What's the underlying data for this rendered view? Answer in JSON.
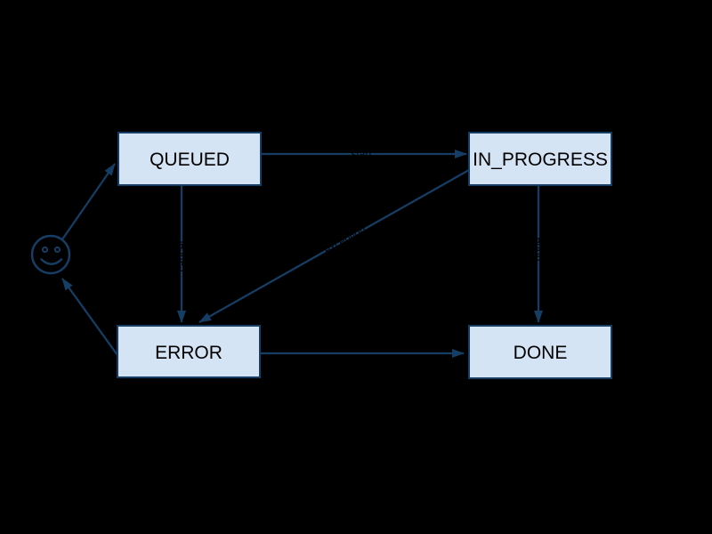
{
  "diagram": {
    "type": "state-machine",
    "background_color": "#000000",
    "node_fill_color": "#d4e4f5",
    "stroke_color": "#163d63",
    "node_text_color": "#000000",
    "edge_label_color": "#000000",
    "nodes": [
      {
        "id": "queued",
        "label": "QUEUED"
      },
      {
        "id": "in_progress",
        "label": "IN_PROGRESS"
      },
      {
        "id": "error",
        "label": "ERROR"
      },
      {
        "id": "done",
        "label": "DONE"
      }
    ],
    "actor": {
      "icon": "smiley-face-icon",
      "role": "start-actor"
    },
    "edges": [
      {
        "from": "actor",
        "to": "QUEUED",
        "label": ""
      },
      {
        "from": "QUEUED",
        "to": "IN_PROGRESS",
        "label": "start"
      },
      {
        "from": "QUEUED",
        "to": "ERROR",
        "label": "cancel"
      },
      {
        "from": "IN_PROGRESS",
        "to": "ERROR",
        "label": "exception"
      },
      {
        "from": "IN_PROGRESS",
        "to": "DONE",
        "label": "done"
      },
      {
        "from": "ERROR",
        "to": "DONE",
        "label": ""
      },
      {
        "from": "ERROR",
        "to": "actor",
        "label": ""
      }
    ]
  }
}
